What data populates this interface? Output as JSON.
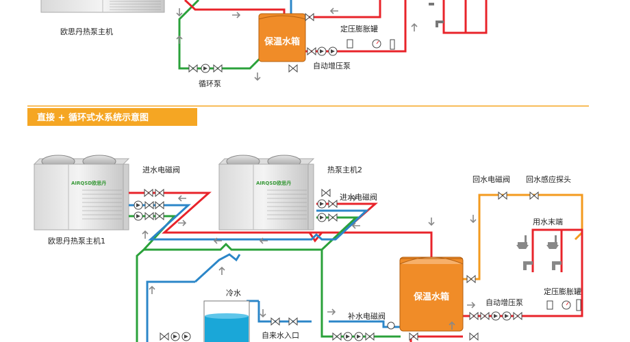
{
  "section_title": "直接 + 循环式水系统示意图",
  "top": {
    "heat_pump_label": "欧思丹热泵主机",
    "tank_label": "保温水箱",
    "expansion_tank_label": "定压膨胀罐",
    "booster_pump_label": "自动增压泵",
    "circulation_pump_label": "循环泵"
  },
  "bottom": {
    "heat_pump_1_label": "欧思丹热泵主机1",
    "heat_pump_2_label": "热泵主机2",
    "inlet_valve_label_1": "进水电磁阀",
    "inlet_valve_label_2": "进水电磁阀",
    "return_valve_label": "回水电磁阀",
    "return_sensor_label": "回水感应探头",
    "end_use_label": "用水末端",
    "tank_label": "保温水箱",
    "booster_pump_label": "自动增压泵",
    "expansion_tank_label": "定压膨胀罐",
    "makeup_valve_label": "补水电磁阀",
    "cold_water_label": "冷水",
    "tap_inlet_label": "自来水入口",
    "unit_brand": "AIRQSD欧思丹"
  },
  "colors": {
    "hot": "#e8232a",
    "circ": "#2aa13a",
    "cold": "#2b86c8",
    "return": "#f39a1e",
    "accent": "#f5a623",
    "tank": "#f08c28"
  }
}
